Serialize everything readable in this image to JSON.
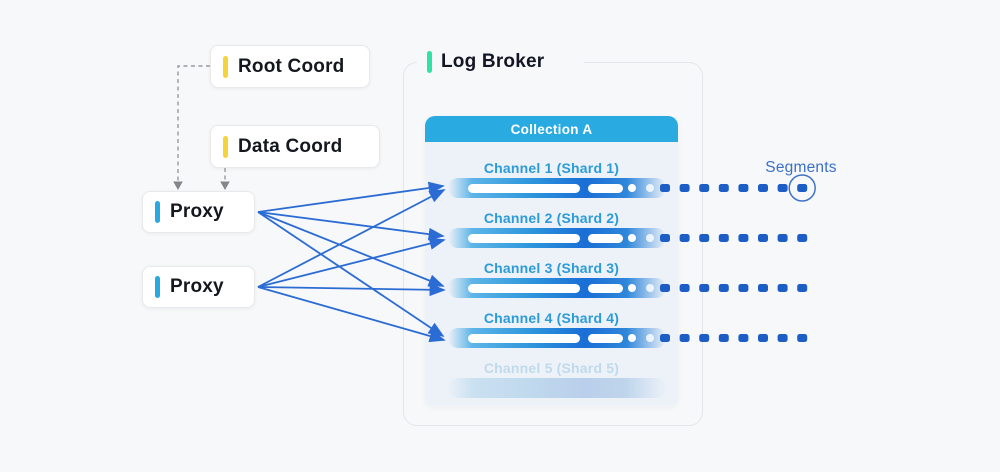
{
  "page": {
    "background": "#f7f8f9"
  },
  "nodes": {
    "root_coord": {
      "label": "Root Coord",
      "accent_color": "#f5d43b"
    },
    "data_coord": {
      "label": "Data Coord",
      "accent_color": "#f5d43b"
    },
    "proxy_1": {
      "label": "Proxy",
      "accent_color": "#2aa9e0"
    },
    "proxy_2": {
      "label": "Proxy",
      "accent_color": "#2aa9e0"
    }
  },
  "log_broker": {
    "title": "Log Broker",
    "accent_color": "#2fe3a4",
    "collection": {
      "title": "Collection A",
      "header_color": "#29abe2",
      "channel_text_color": "#2b9cd8",
      "channels": [
        {
          "label": "Channel 1 (Shard 1)",
          "faded": false,
          "segment_dots": 8,
          "last_dot_circled": true
        },
        {
          "label": "Channel 2 (Shard 2)",
          "faded": false,
          "segment_dots": 8,
          "last_dot_circled": false
        },
        {
          "label": "Channel 3 (Shard 3)",
          "faded": false,
          "segment_dots": 8,
          "last_dot_circled": false
        },
        {
          "label": "Channel 4 (Shard 4)",
          "faded": false,
          "segment_dots": 8,
          "last_dot_circled": false
        },
        {
          "label": "Channel 5 (Shard 5)",
          "faded": true,
          "segment_dots": 0,
          "last_dot_circled": false
        }
      ]
    }
  },
  "segments": {
    "label": "Segments",
    "text_color": "#3b70c7",
    "dot_color": "#1d5ec6",
    "circle_color": "#3f74c9"
  },
  "connections": {
    "arrow_color": "#2b6cd4",
    "dashed_color": "#98999e",
    "dashed_arrowhead_color": "#85868b"
  }
}
